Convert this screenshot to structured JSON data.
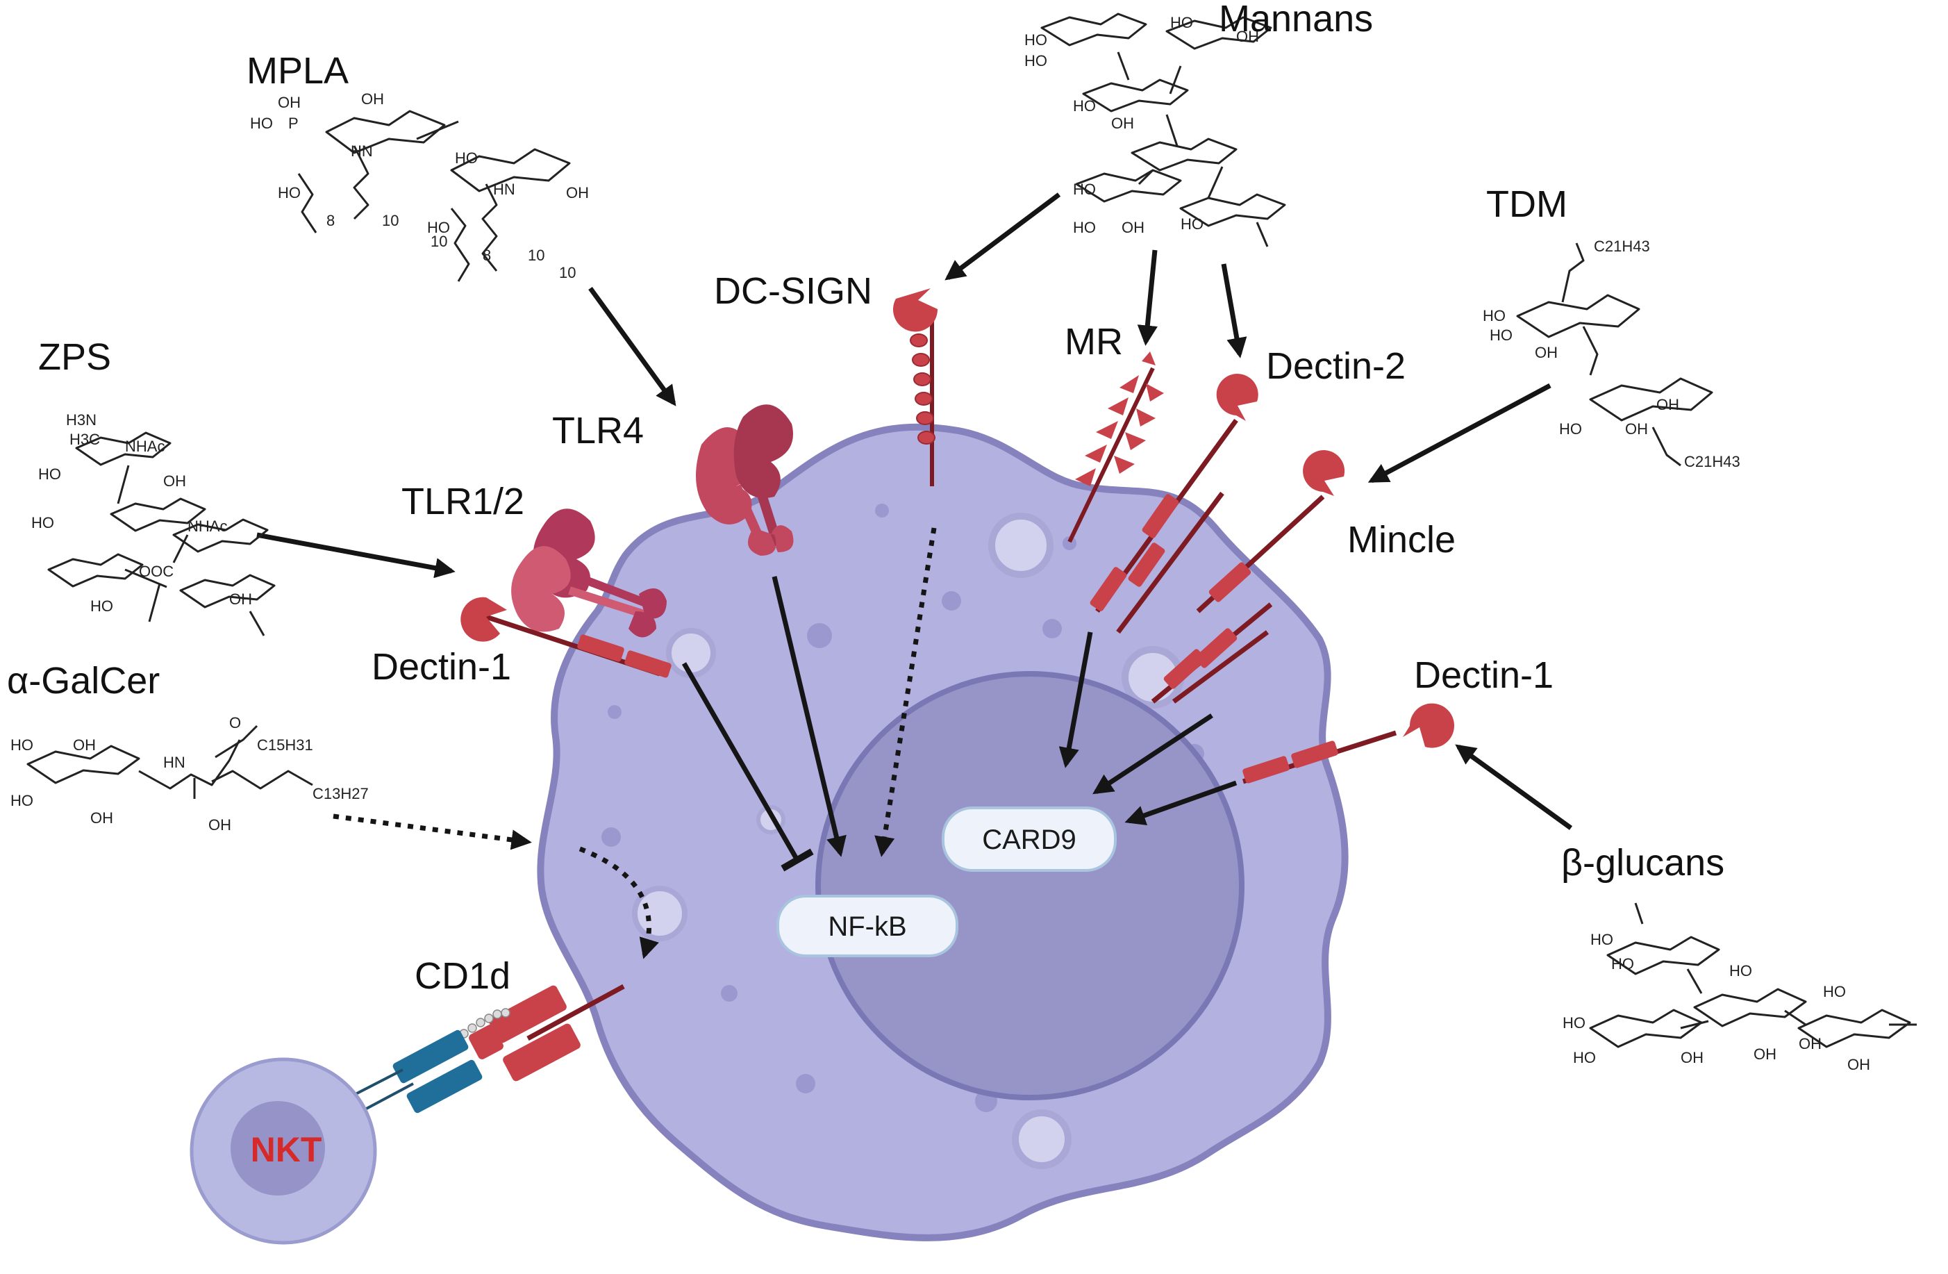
{
  "colors": {
    "cell_fill": "#b3b1e0",
    "cell_stroke": "#8582bd",
    "nucleus_fill": "#9794c8",
    "receptor_red": "#c9424a",
    "receptor_dark": "#7e1b22",
    "tlr_pink": "#c24860",
    "tcr_blue": "#1f6f9a",
    "nkt_cell": "#b8b9e2",
    "nkt_text": "#d62a2a"
  },
  "ligands": {
    "mpla": "MPLA",
    "mannans": "Mannans",
    "tdm": "TDM",
    "zps": "ZPS",
    "agalcer": "α-GalCer",
    "bglucans": "β-glucans"
  },
  "receptors": {
    "dc_sign": "DC-SIGN",
    "tlr4": "TLR4",
    "tlr12": "TLR1/2",
    "dectin1_left": "Dectin-1",
    "mr": "MR",
    "dectin2": "Dectin-2",
    "mincle": "Mincle",
    "dectin1_right": "Dectin-1",
    "cd1d": "CD1d"
  },
  "nodes": {
    "nfkb": "NF-kB",
    "card9": "CARD9",
    "nkt": "NKT"
  },
  "chem_text": {
    "oh": "OH",
    "ho": "HO",
    "o": "O",
    "p": "P",
    "hn": "HN",
    "nh": "NH",
    "nhac": "NHAc",
    "h3n": "H3N",
    "h3c": "H3C",
    "ooc": "OOC",
    "sub8": "8",
    "sub10": "10",
    "c21h43": "C21H43",
    "c15h31": "C15H31",
    "c13h27": "C13H27"
  }
}
